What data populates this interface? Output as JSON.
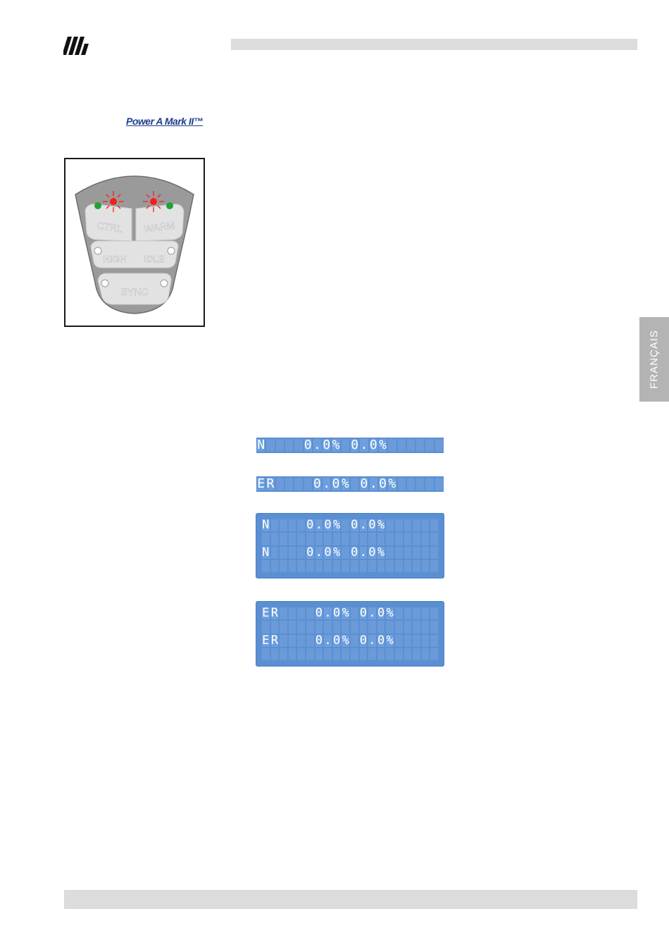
{
  "header": {
    "brand_text": "Power A Mark II",
    "brand_tm": "™"
  },
  "remote_panel": {
    "buttons": [
      {
        "label": "CTRL"
      },
      {
        "label": "WARM"
      },
      {
        "label": "HIGH"
      },
      {
        "label": "IDLE"
      },
      {
        "label": "SYNC"
      }
    ],
    "colors": {
      "indicator_on": "#ff1a1a",
      "indicator_green": "#1fa33a",
      "body": "#9a9a9a",
      "button": "#e2e2e2"
    }
  },
  "side_tab": {
    "label": "FRANÇAIS"
  },
  "lcd_displays": [
    {
      "rows": [
        "N    0.0% 0.0%      "
      ]
    },
    {
      "rows": [
        "ER    0.0% 0.0%     "
      ]
    },
    {
      "rows": [
        "N    0.0% 0.0%      ",
        "                    ",
        "N    0.0% 0.0%      ",
        "                    "
      ]
    },
    {
      "rows": [
        "ER    0.0% 0.0%     ",
        "                    ",
        "ER    0.0% 0.0%     ",
        "                    "
      ]
    }
  ],
  "colors": {
    "lcd_background": "#5b8fd3",
    "lcd_cell": "#6e9fdc",
    "bar_gray": "#dcdcdc",
    "tab_gray": "#b4b4b4",
    "brand_blue": "#1e3d8f"
  }
}
